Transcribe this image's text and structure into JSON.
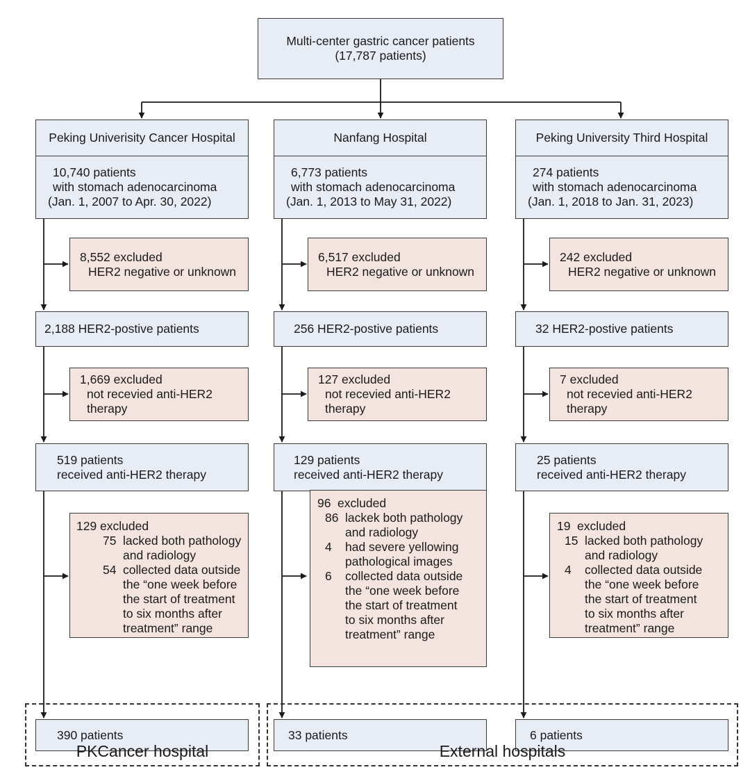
{
  "top": [
    "Multi-center gastric cancer patients",
    "(17,787 patients)"
  ],
  "columns": [
    {
      "hospital": "Peking Univerisity Cancer Hospital",
      "cohort": [
        "10,740 patients",
        "with stomach adenocarcinoma",
        "(Jan. 1, 2007 to Apr. 30, 2022)"
      ],
      "excl1": [
        "8,552 excluded",
        "HER2 negative or unknown"
      ],
      "positive": "2,188 HER2-postive patients",
      "excl2": [
        "1,669 excluded",
        "not recevied anti-HER2",
        "therapy"
      ],
      "treated": [
        "519 patients",
        "received anti-HER2 therapy"
      ],
      "excl3_head": "129 excluded",
      "excl3_items": [
        {
          "num": "75",
          "lines": [
            "lacked both pathology",
            "and radiology"
          ]
        },
        {
          "num": "54",
          "lines": [
            "collected data outside",
            "the “one week before",
            "the start of treatment",
            "to six months after",
            "treatment” range"
          ]
        }
      ],
      "final": "390 patients"
    },
    {
      "hospital": "Nanfang Hospital",
      "cohort": [
        "6,773 patients",
        "with stomach adenocarcinoma",
        "(Jan. 1, 2013 to May 31, 2022)"
      ],
      "excl1": [
        "6,517 excluded",
        "HER2 negative or unknown"
      ],
      "positive": "256 HER2-postive patients",
      "excl2": [
        "127 excluded",
        "not recevied anti-HER2",
        "therapy"
      ],
      "treated": [
        "129 patients",
        "received anti-HER2 therapy"
      ],
      "excl3_head_num": "96",
      "excl3_head_text": "excluded",
      "excl3_items": [
        {
          "num": "86",
          "lines": [
            "lackek both pathology",
            "and radiology"
          ]
        },
        {
          "num": "4",
          "lines": [
            "had severe yellowing",
            "pathological images"
          ]
        },
        {
          "num": "6",
          "lines": [
            "collected data outside",
            "the “one week before",
            "the start of treatment",
            "to six months after",
            "treatment” range"
          ]
        }
      ],
      "final": "33 patients"
    },
    {
      "hospital": "Peking University Third Hospital",
      "cohort": [
        "274 patients",
        "with stomach adenocarcinoma",
        "(Jan. 1, 2018 to Jan. 31, 2023)"
      ],
      "excl1": [
        "242 excluded",
        "HER2 negative or unknown"
      ],
      "positive": "32 HER2-postive patients",
      "excl2": [
        "7 excluded",
        "not recevied anti-HER2",
        "therapy"
      ],
      "treated": [
        "25 patients",
        "received anti-HER2 therapy"
      ],
      "excl3_head_num": "19",
      "excl3_head_text": "excluded",
      "excl3_items": [
        {
          "num": "15",
          "lines": [
            "lacked both pathology",
            "and radiology"
          ]
        },
        {
          "num": "4",
          "lines": [
            "collected data outside",
            "the “one week before",
            "the start of treatment",
            "to six months after",
            "treatment” range"
          ]
        }
      ],
      "final": "6 patients"
    }
  ],
  "groups": {
    "internal": "PKCancer hospital",
    "external": "External hospitals"
  },
  "colors": {
    "box_blue": "#e8ecf5",
    "box_pink": "#f3e4df",
    "line": "#1a1a1a"
  }
}
